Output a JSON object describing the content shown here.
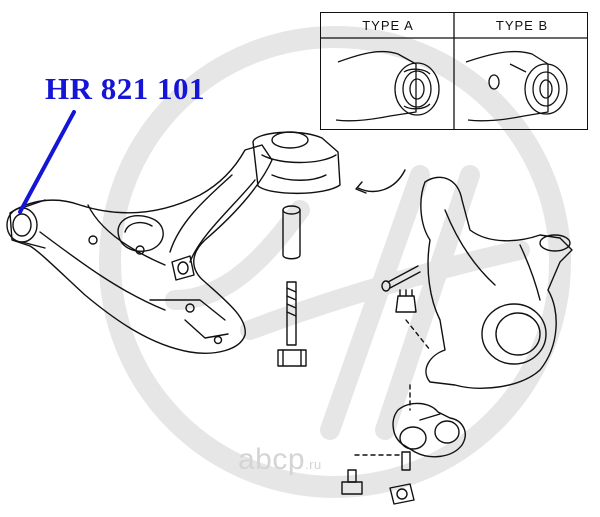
{
  "part_label": "HR 821 101",
  "inset": {
    "type_a": "TYPE A",
    "type_b": "TYPE B"
  },
  "watermark": {
    "text": "abcp",
    "suffix": ".ru"
  },
  "colors": {
    "label": "#1515d6",
    "leader_line": "#1515d6",
    "line_art": "#111111",
    "watermark": "#d4d4d4"
  }
}
